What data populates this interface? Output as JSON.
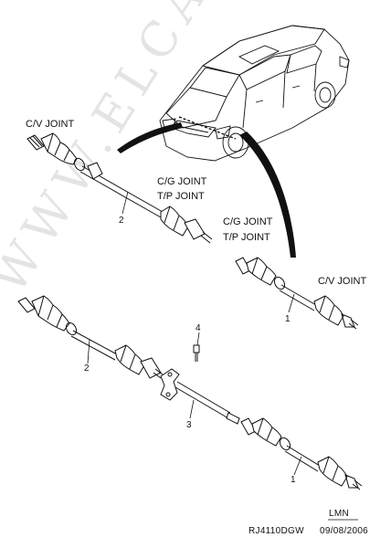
{
  "labels": {
    "cv_joint_top": "C/V JOINT",
    "cg_tp_joint_1_line1": "C/G JOINT",
    "cg_tp_joint_1_line2": "T/P JOINT",
    "cg_tp_joint_2_line1": "C/G JOINT",
    "cg_tp_joint_2_line2": "T/P JOINT",
    "cv_joint_right": "C/V JOINT"
  },
  "callouts": {
    "shaft_2_upper": "2",
    "shaft_1_right": "1",
    "shaft_2_lower": "2",
    "bolt_4": "4",
    "intermediate_3": "3",
    "shaft_1_lower": "1"
  },
  "footer": {
    "variant": "LMN",
    "drawing_code": "RJ4110DGW",
    "date": "09/08/2006"
  },
  "watermark": "WWW.ELCATS.RU"
}
